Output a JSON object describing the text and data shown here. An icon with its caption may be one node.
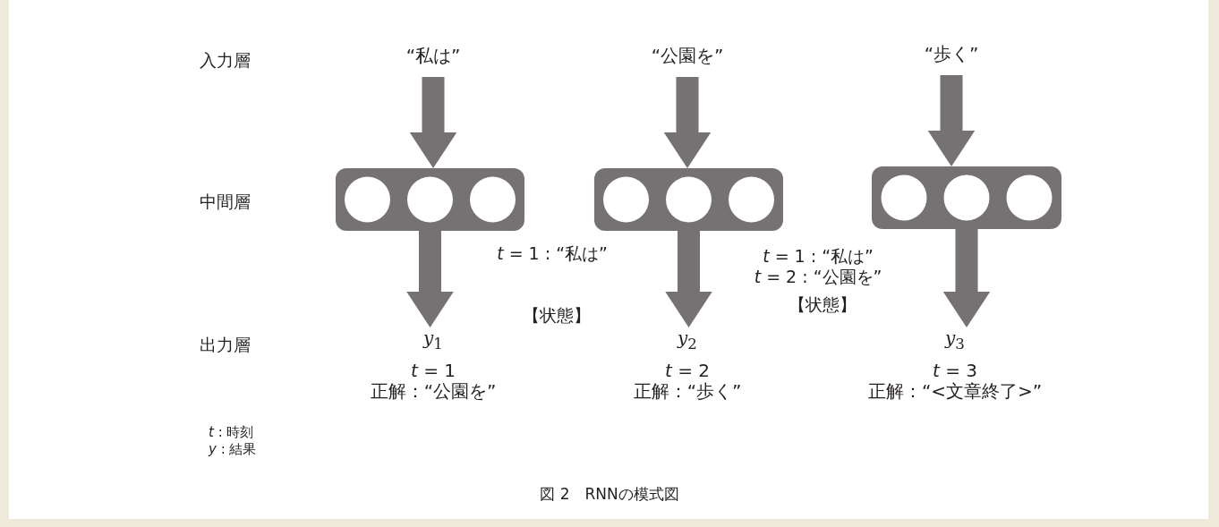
{
  "diagram": {
    "caption": "図 2　RNNの模式図",
    "nodes": [
      {
        "text": [
          "“私は”"
        ]
      },
      {
        "text": [
          "“公園を”"
        ]
      },
      {
        "text": [
          "“歩く”"
        ]
      },
      {
        "text": [],
        "shape": "box"
      },
      {
        "text": [],
        "shape": "box"
      },
      {
        "text": [],
        "shape": "box"
      },
      {
        "text": [
          "*y*$_{1}$"
        ],
        "beside": [
          "*t* = 1",
          "正解：“公園を”"
        ]
      },
      {
        "text": [
          "*y*$_{2}$"
        ],
        "beside": [
          "*t* = 2",
          "正解：“歩く”"
        ]
      },
      {
        "text": [
          "*y*$_{3}$"
        ],
        "beside": [
          "*t* = 3",
          "正解：“<文章終了>”"
        ]
      }
    ],
    "edges": [
      {
        "from": 0,
        "to": 3,
        "arrow": "to"
      },
      {
        "from": 1,
        "to": 4,
        "arrow": "to"
      },
      {
        "from": 2,
        "to": 5,
        "arrow": "to"
      },
      {
        "from": 3,
        "to": 6,
        "arrow": "to"
      },
      {
        "from": 4,
        "to": 7,
        "arrow": "to"
      },
      {
        "from": 5,
        "to": 8,
        "arrow": "to"
      }
    ],
    "labels": [
      "入力層",
      "中間層",
      "*t* = 1 : “私は”",
      "*t* = 1 : “私は”",
      "*t* = 2 : “公園を”",
      "【状態】",
      "【状態】",
      "出力層",
      "*t* : 時刻",
      "*y* : 結果"
    ]
  }
}
